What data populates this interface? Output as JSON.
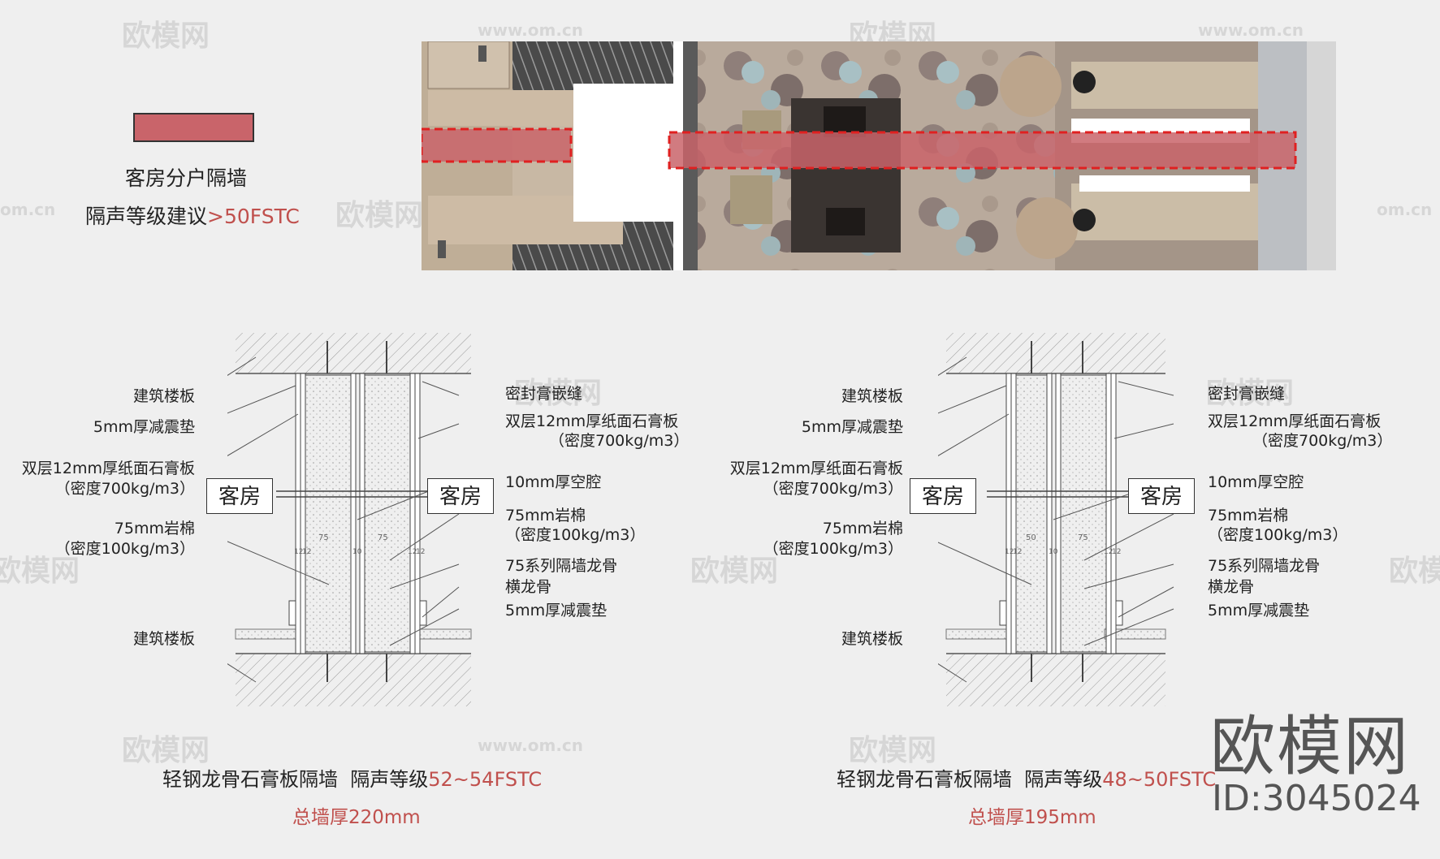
{
  "watermarks": {
    "site": "欧模网",
    "url": "www.om.cn",
    "url_short": "om.cn"
  },
  "legend": {
    "swatch_color": "#c9646a",
    "title": "客房分户隔墙",
    "advice": "隔声等级建议",
    "advice_value": ">50FSTC"
  },
  "plan_view": {
    "description_icon": "floor-plan-image"
  },
  "section_left": {
    "labels_left": [
      "建筑楼板",
      "5mm厚减震垫",
      "双层12mm厚纸面石膏板",
      "（密度700kg/m3）",
      "75mm岩棉",
      "（密度100kg/m3）",
      "建筑楼板"
    ],
    "labels_right": [
      "密封膏嵌缝",
      "双层12mm厚纸面石膏板",
      "（密度700kg/m3）",
      "10mm厚空腔",
      "75mm岩棉",
      "（密度100kg/m3）",
      "75系列隔墙龙骨",
      "横龙骨",
      "5mm厚减震垫"
    ],
    "room_left": "客房",
    "room_right": "客房",
    "dims": [
      "75",
      "75",
      "12",
      "12",
      "10",
      "12",
      "12"
    ],
    "caption": "轻钢龙骨石膏板隔墙  隔声等级",
    "caption_value": "52~54FSTC",
    "thickness": "总墙厚220mm"
  },
  "section_right": {
    "labels_left": [
      "建筑楼板",
      "5mm厚减震垫",
      "双层12mm厚纸面石膏板",
      "（密度700kg/m3）",
      "75mm岩棉",
      "（密度100kg/m3）",
      "建筑楼板"
    ],
    "labels_right": [
      "密封膏嵌缝",
      "双层12mm厚纸面石膏板",
      "（密度700kg/m3）",
      "10mm厚空腔",
      "75mm岩棉",
      "（密度100kg/m3）",
      "75系列隔墙龙骨",
      "横龙骨",
      "5mm厚减震垫"
    ],
    "room_left": "客房",
    "room_right": "客房",
    "dims": [
      "50",
      "75",
      "12",
      "12",
      "10",
      "12",
      "12"
    ],
    "caption": "轻钢龙骨石膏板隔墙  隔声等级",
    "caption_value": "48~50FSTC",
    "thickness": "总墙厚195mm"
  },
  "brand": {
    "name": "欧模网",
    "id": "ID:3045024"
  }
}
